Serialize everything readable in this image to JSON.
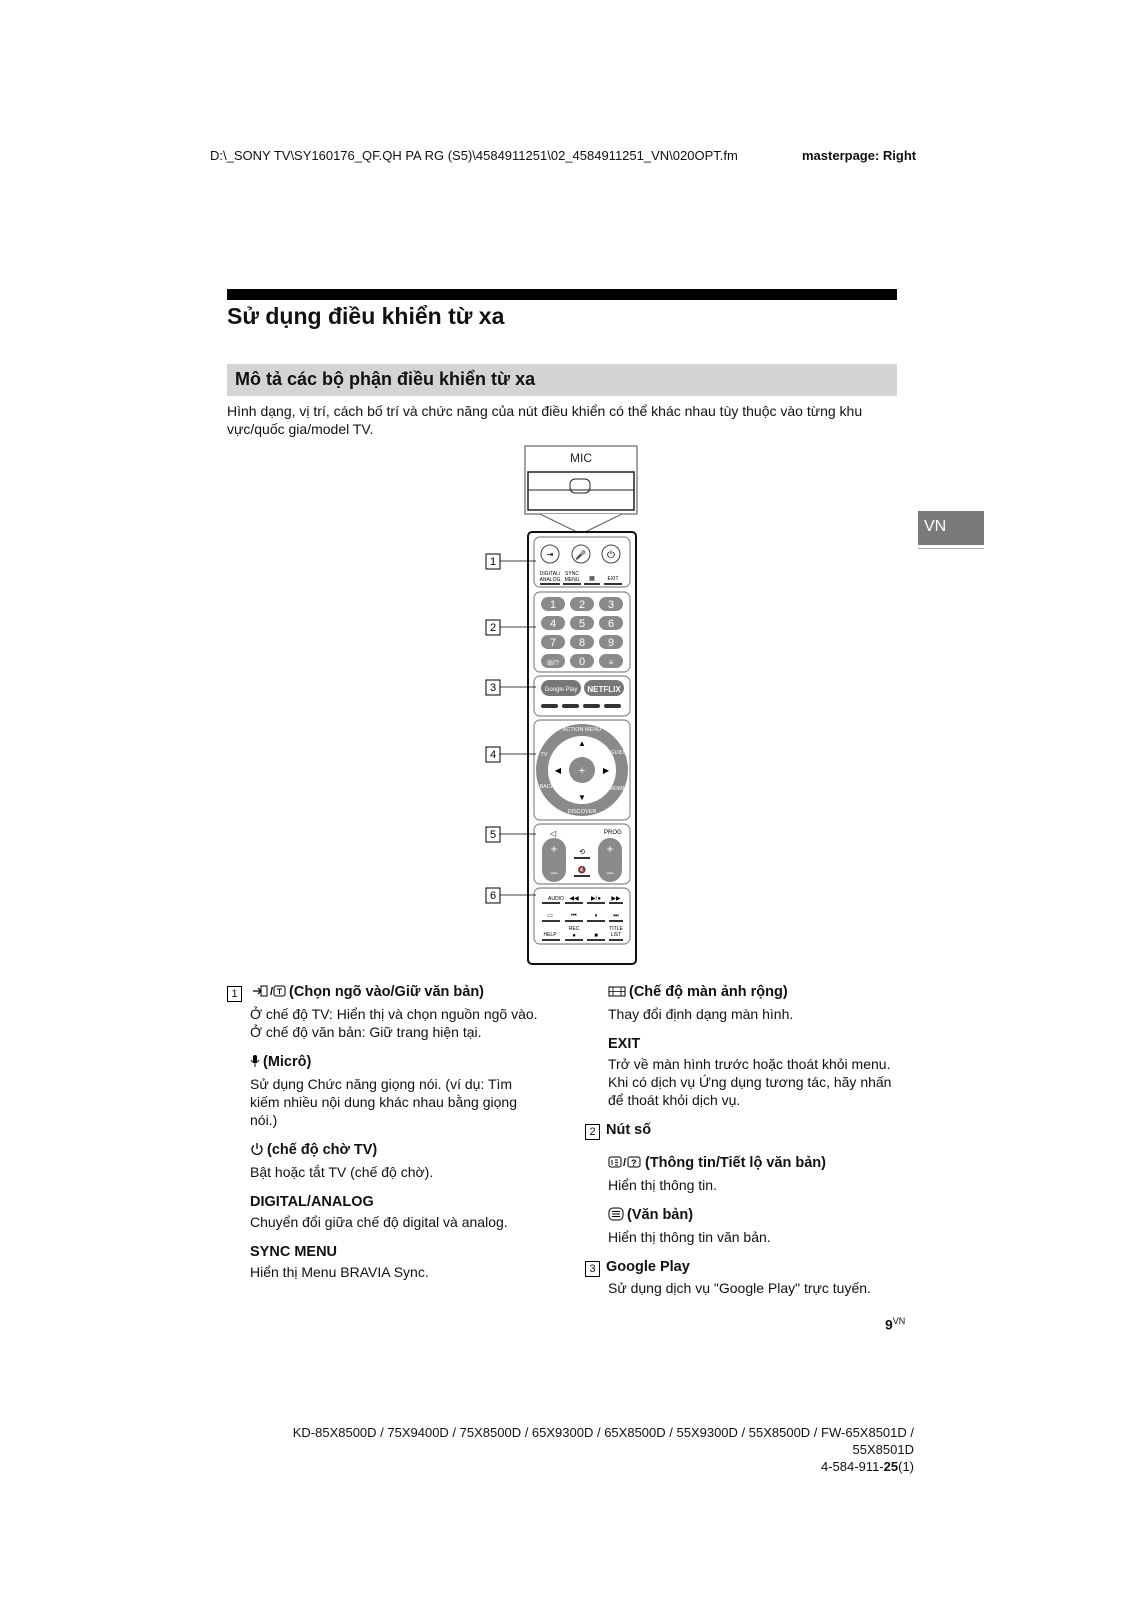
{
  "header": {
    "path": "D:\\_SONY TV\\SY160176_QF.QH PA RG (S5)\\4584911251\\02_4584911251_VN\\020OPT.fm",
    "masterpage": "masterpage: Right"
  },
  "page_title": "Sử dụng điều khiển từ xa",
  "section_title": "Mô tả các bộ phận điều khiển từ xa",
  "intro": "Hình dạng, vị trí, cách bố trí và chức năng của nút điều khiển có thể khác nhau tùy thuộc vào từng khu vực/quốc gia/model TV.",
  "language_tab": "VN",
  "remote": {
    "mic_label": "MIC",
    "callouts": [
      "1",
      "2",
      "3",
      "4",
      "5",
      "6"
    ],
    "top_labels": [
      "DIGITAL/\nANALOG",
      "SYNC\nMENU",
      "EXIT"
    ],
    "digits": [
      "1",
      "2",
      "3",
      "4",
      "5",
      "6",
      "7",
      "8",
      "9",
      "0"
    ],
    "apps": [
      "Google Play",
      "NETFLIX"
    ],
    "ring_labels": [
      "ACTION MENU",
      "GUIDE",
      "HOME",
      "DISCOVER",
      "BACK",
      "TV"
    ],
    "prog_label": "PROG",
    "audio_label": "AUDIO",
    "help_label": "HELP",
    "rec_label": "REC",
    "title_list_label": "TITLE\nLIST"
  },
  "left_col": {
    "item1_num": "1",
    "item1_title": "(Chọn ngõ vào/Giữ văn bản)",
    "item1_lines": [
      "Ở chế độ TV: Hiển thị và chọn nguồn ngõ vào.",
      "Ở chế độ văn bản: Giữ trang hiện tại."
    ],
    "mic_title": "(Micrô)",
    "mic_lines": [
      "Sử dụng Chức năng giọng nói. (ví dụ: Tìm",
      "kiếm nhiều nội dung khác nhau bằng giọng",
      "nói.)"
    ],
    "standby_title": "(chế độ chờ TV)",
    "standby_text": "Bật hoặc tắt TV (chế độ chờ).",
    "digital_title": "DIGITAL/ANALOG",
    "digital_text": "Chuyển đổi giữa chế độ digital và analog.",
    "sync_title": "SYNC MENU",
    "sync_text": "Hiển thị Menu BRAVIA Sync."
  },
  "right_col": {
    "wide_title": "(Chế độ màn ảnh rộng)",
    "wide_text": "Thay đổi định dạng màn hình.",
    "exit_title": "EXIT",
    "exit_lines": [
      "Trở về màn hình trước hoặc thoát khỏi menu.",
      "Khi có dịch vụ Ứng dụng tương tác, hãy nhấn",
      "để thoát khỏi dịch vụ."
    ],
    "item2_num": "2",
    "item2_title": "Nút số",
    "info_title": "(Thông tin/Tiết lộ văn bản)",
    "info_text": "Hiển thị thông tin.",
    "text_title": "(Văn bản)",
    "text_text": "Hiển thị thông tin văn bản.",
    "item3_num": "3",
    "item3_title": "Google Play",
    "item3_text": "Sử dụng dịch vụ \"Google Play\" trực tuyến."
  },
  "page_number": "9",
  "page_number_sup": "VN",
  "footer": {
    "models_line1": "KD-85X8500D / 75X9400D / 75X8500D / 65X9300D / 65X8500D / 55X9300D / 55X8500D / FW-65X8501D /",
    "models_line2": "55X8501D",
    "code_prefix": "4-584-911-",
    "code_bold": "25",
    "code_suffix": "(1)"
  }
}
